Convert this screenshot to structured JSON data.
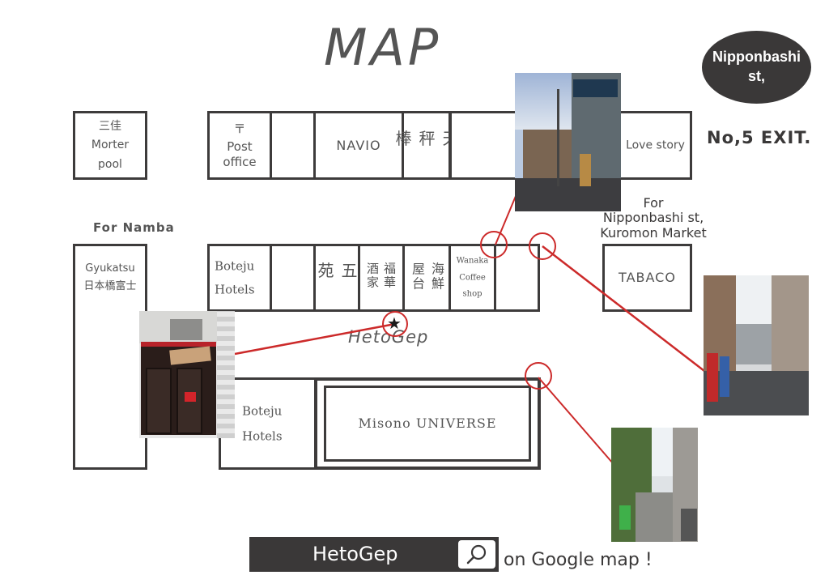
{
  "title": "MAP",
  "exit_badge": {
    "line1": "Nipponbashi",
    "line2": "st,"
  },
  "exit_label": "No,5 EXIT.",
  "for_namba": "For Namba",
  "for_nipponbashi": {
    "line1": "For",
    "line2": "Nipponbashi st,",
    "line3": "Kuromon Market"
  },
  "blocks": {
    "mortar_pool": {
      "jp": "三佳",
      "line1": "Morter",
      "line2": "pool"
    },
    "post_office": {
      "symbol": "〒",
      "line1": "Post",
      "line2": "office"
    },
    "navio": "NAVIO",
    "tenbinbou": "天秤棒",
    "love_story": "Love story",
    "gyukatsu": {
      "line1": "Gyukatsu",
      "line2": "日本橋富士"
    },
    "boteju_hotels_top": {
      "line1": "Boteju",
      "line2": "Hotels"
    },
    "goen": "五苑",
    "fukka_shuka": "福華酒家",
    "kaisen_yatai": "海鮮屋台",
    "wanaka": {
      "line1": "Wanaka",
      "line2": "Coffee",
      "line3": "shop"
    },
    "tabaco": "TABACO",
    "boteju_hotels_bottom": {
      "line1": "Boteju",
      "line2": "Hotels"
    },
    "misono": "Misono UNIVERSE"
  },
  "destination": {
    "name": "HetoGep",
    "marker": "★",
    "sign": "HetoGep"
  },
  "search": {
    "query": "HetoGep",
    "suffix": "on Google map !"
  },
  "colors": {
    "line": "#3d3b3b",
    "accent": "#cc2a2a",
    "badge": "#3a3838"
  }
}
